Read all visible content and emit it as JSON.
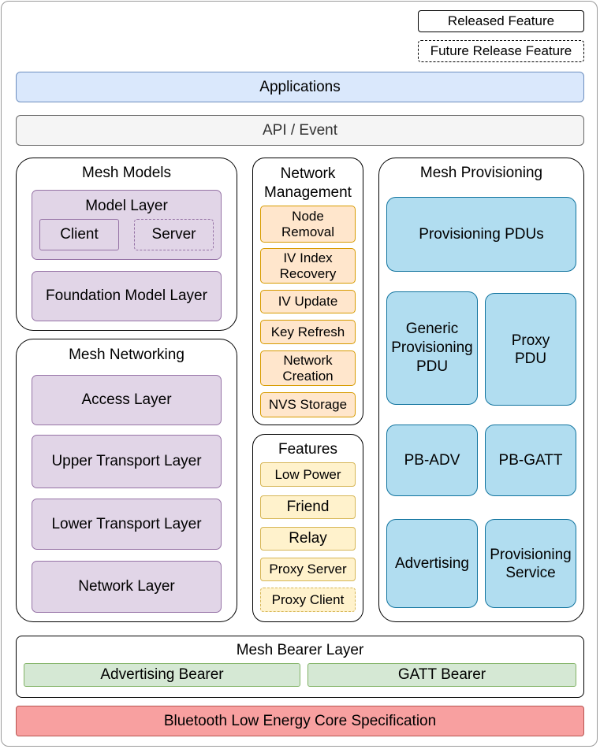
{
  "legend": {
    "released": "Released Feature",
    "future": "Future Release Feature"
  },
  "layers": {
    "applications": "Applications",
    "api_event": "API / Event",
    "ble_core": "Bluetooth Low Energy Core Specification"
  },
  "mesh_models": {
    "title": "Mesh Models",
    "model_layer": "Model Layer",
    "client": "Client",
    "server": "Server",
    "foundation": "Foundation Model Layer"
  },
  "mesh_networking": {
    "title": "Mesh Networking",
    "layers": [
      "Access Layer",
      "Upper Transport Layer",
      "Lower Transport Layer",
      "Network Layer"
    ]
  },
  "network_management": {
    "title_line1": "Network",
    "title_line2": "Management",
    "items": [
      [
        "Node",
        "Removal"
      ],
      [
        "IV Index",
        "Recovery"
      ],
      [
        "IV Update"
      ],
      [
        "Key Refresh"
      ],
      [
        "Network",
        "Creation"
      ],
      [
        "NVS Storage"
      ]
    ]
  },
  "features": {
    "title": "Features",
    "items": [
      "Low Power",
      "Friend",
      "Relay",
      "Proxy Server",
      "Proxy Client"
    ]
  },
  "mesh_provisioning": {
    "title": "Mesh Provisioning",
    "pdus": "Provisioning PDUs",
    "generic": [
      "Generic",
      "Provisioning",
      "PDU"
    ],
    "proxy_pdu": [
      "Proxy",
      "PDU"
    ],
    "pb_adv": "PB-ADV",
    "pb_gatt": "PB-GATT",
    "advertising": "Advertising",
    "prov_service": [
      "Provisioning",
      "Service"
    ]
  },
  "bearer": {
    "title": "Mesh Bearer Layer",
    "advertising": "Advertising Bearer",
    "gatt": "GATT Bearer"
  },
  "colors": {
    "applications": "#dae8fc",
    "api_event": "#f5f5f5",
    "ble_core": "#f8a0a0",
    "model": "#e1d5e7",
    "management": "#ffe6cc",
    "features": "#fff2cc",
    "provisioning": "#b1ddf0",
    "bearer": "#d5e8d4"
  }
}
